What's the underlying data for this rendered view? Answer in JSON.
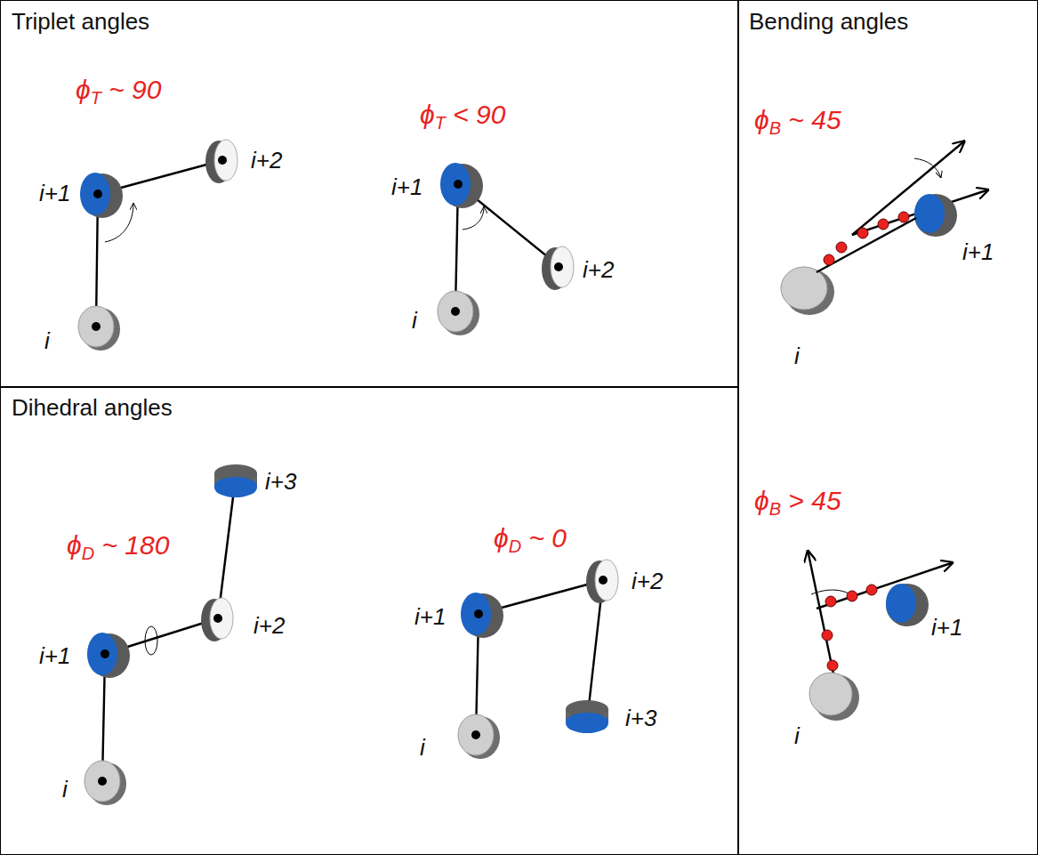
{
  "diagram": {
    "nodes": [
      {
        "text": [
          "Triplet angles"
        ]
      },
      {
        "text": [
          "Bending angles"
        ]
      },
      {
        "text": [
          "Dihedral angles"
        ]
      }
    ],
    "labels": [
      "ϕT ~ 90",
      "i+1",
      "i+2",
      "i",
      "ϕT < 90",
      "i+1",
      "i+2",
      "i",
      "ϕB ~ 45",
      "i+1",
      "i",
      "ϕB > 45",
      "i+1",
      "i",
      "ϕD ~ 180",
      "i+1",
      "i+2",
      "i+3",
      "i",
      "ϕD ~ 0",
      "i+1",
      "i+2",
      "i+3",
      "i"
    ]
  }
}
